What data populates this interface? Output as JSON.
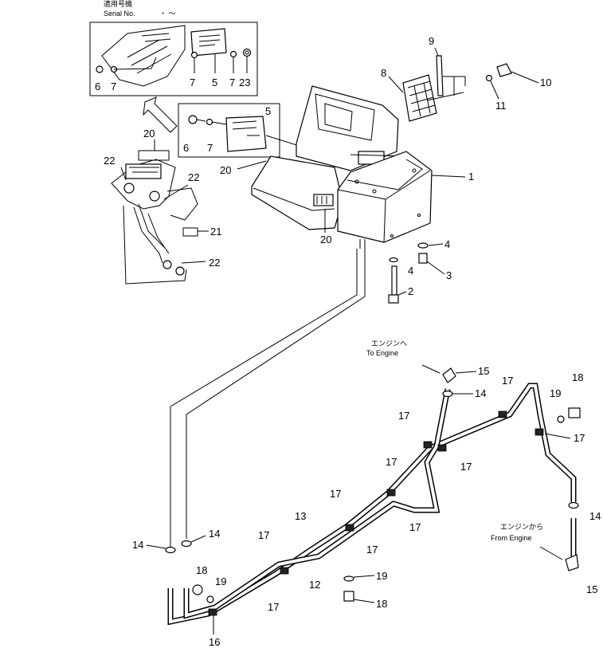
{
  "header": {
    "applicable_jp": "適用号機",
    "serial_label": "Serial No.",
    "serial_sep": "・  ～"
  },
  "annotations": {
    "to_engine_jp": "エンジンへ",
    "to_engine_en": "To Engine",
    "from_engine_jp": "エンジンから",
    "from_engine_en": "From Engine"
  },
  "callouts": {
    "c1": "1",
    "c2": "2",
    "c3": "3",
    "c4a": "4",
    "c4b": "4",
    "c5a": "5",
    "c5b": "5",
    "c6a": "6",
    "c6b": "6",
    "c7a": "7",
    "c7b": "7",
    "c7c": "7",
    "c7d": "7",
    "c8": "8",
    "c9": "9",
    "c10": "10",
    "c11": "11",
    "c12": "12",
    "c13": "13",
    "c14a": "14",
    "c14b": "14",
    "c14c": "14",
    "c14d": "14",
    "c15a": "15",
    "c15b": "15",
    "c16": "16",
    "c17a": "17",
    "c17b": "17",
    "c17c": "17",
    "c17d": "17",
    "c17e": "17",
    "c17f": "17",
    "c17g": "17",
    "c17h": "17",
    "c17i": "17",
    "c17j": "17",
    "c18a": "18",
    "c18b": "18",
    "c18c": "18",
    "c19a": "19",
    "c19b": "19",
    "c19c": "19",
    "c20a": "20",
    "c20b": "20",
    "c20c": "20",
    "c21": "21",
    "c22a": "22",
    "c22b": "22",
    "c22c": "22",
    "c23": "23"
  }
}
